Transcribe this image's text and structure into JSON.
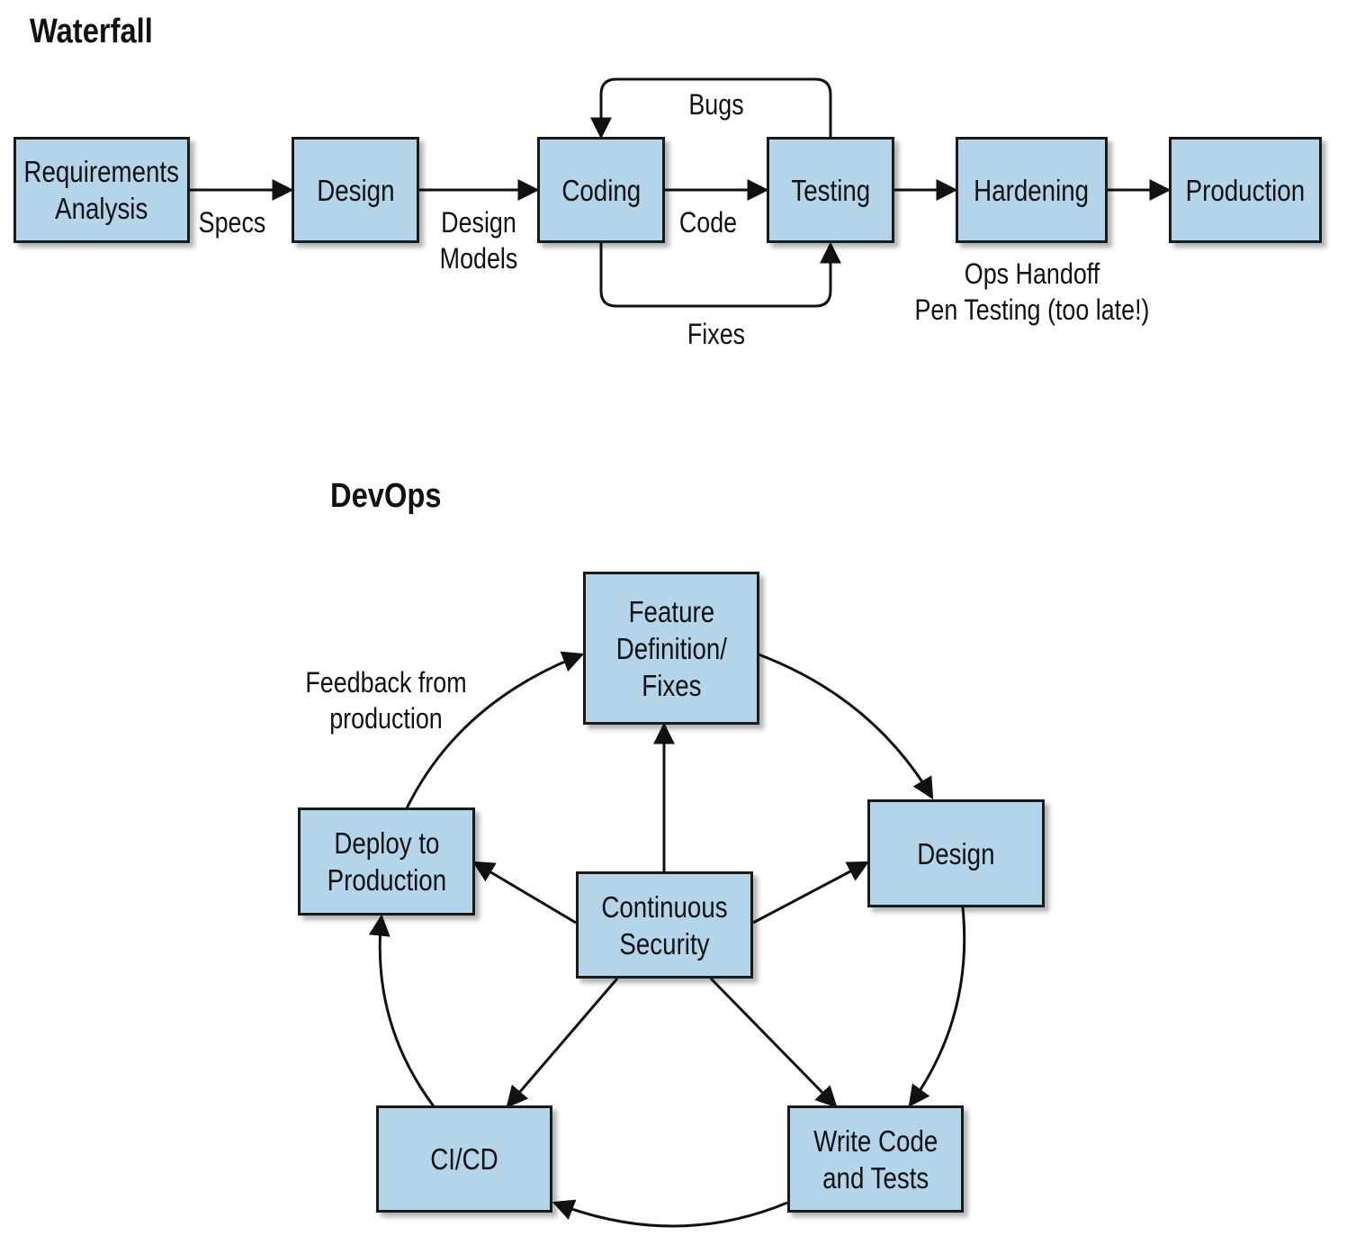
{
  "waterfall": {
    "title": "Waterfall",
    "steps": [
      {
        "lines": [
          "Requirements",
          "Analysis"
        ]
      },
      {
        "lines": [
          "Design"
        ]
      },
      {
        "lines": [
          "Coding"
        ]
      },
      {
        "lines": [
          "Testing"
        ]
      },
      {
        "lines": [
          "Hardening"
        ]
      },
      {
        "lines": [
          "Production"
        ]
      }
    ],
    "connectors": {
      "specs": [
        "Specs"
      ],
      "design_models": [
        "Design",
        "Models"
      ],
      "code": [
        "Code"
      ],
      "bugs": [
        "Bugs"
      ],
      "fixes": [
        "Fixes"
      ],
      "hardening_note": [
        "Ops Handoff",
        "Pen Testing (too late!)"
      ]
    }
  },
  "devops": {
    "title": "DevOps",
    "nodes": {
      "feature": {
        "lines": [
          "Feature",
          "Definition/",
          "Fixes"
        ]
      },
      "design": {
        "lines": [
          "Design"
        ]
      },
      "write_code": {
        "lines": [
          "Write Code",
          "and Tests"
        ]
      },
      "cicd": {
        "lines": [
          "CI/CD"
        ]
      },
      "deploy": {
        "lines": [
          "Deploy to",
          "Production"
        ]
      },
      "security": {
        "lines": [
          "Continuous",
          "Security"
        ]
      }
    },
    "feedback_label": [
      "Feedback from",
      "production"
    ]
  }
}
